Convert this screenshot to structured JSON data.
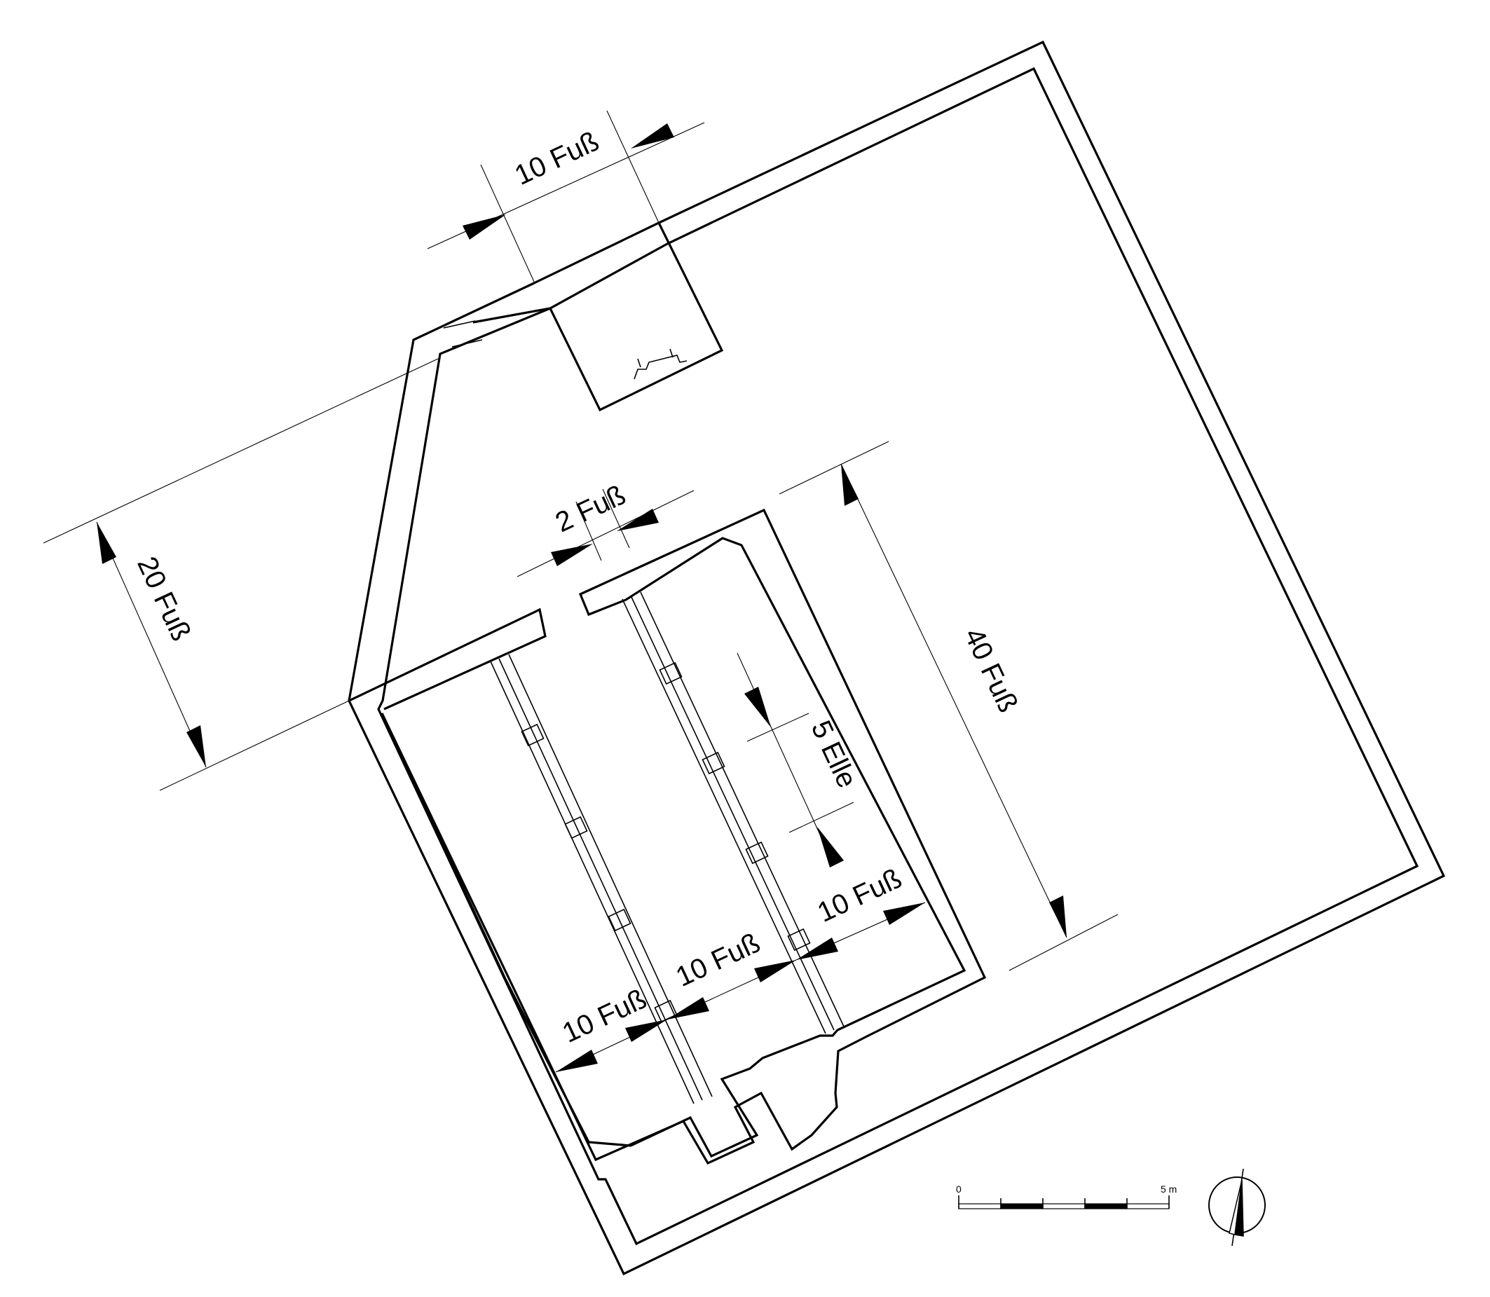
{
  "dimensions": {
    "top_width": "10 Fuß",
    "passage": "2 Fuß",
    "left_depth": "20 Fuß",
    "right_length": "40 Fuß",
    "inner_gap": "5 Elle",
    "room_right": "10 Fuß",
    "room_middle": "10 Fuß",
    "room_left": "10 Fuß"
  },
  "scale_bar": {
    "start_label": "0",
    "end_label": "5 m"
  },
  "north_arrow": {
    "icon": "north-arrow-icon"
  }
}
